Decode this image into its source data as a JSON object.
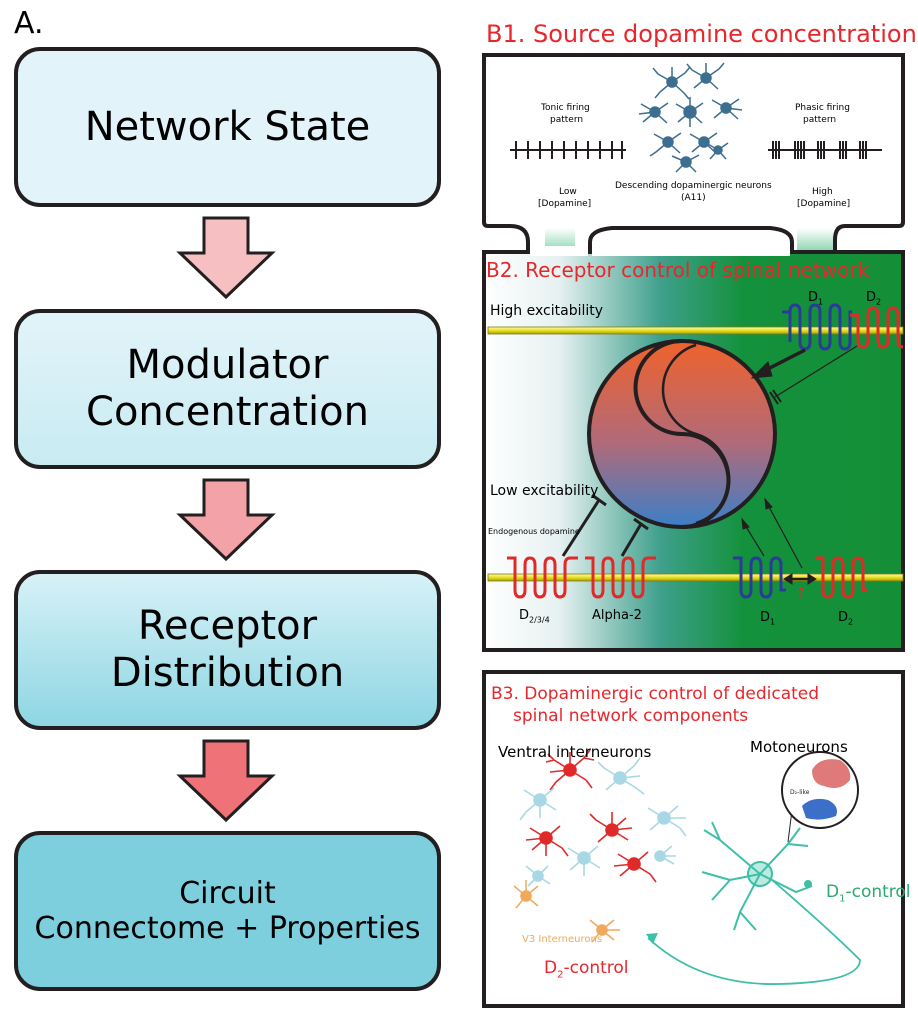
{
  "panel_a": {
    "label": "A.",
    "boxes": [
      {
        "line1": "Network State",
        "line2": ""
      },
      {
        "line1": "Modulator",
        "line2": "Concentration"
      },
      {
        "line1": "Receptor",
        "line2": "Distribution"
      },
      {
        "line1": "Circuit",
        "line2": "Connectome + Properties"
      }
    ]
  },
  "b1": {
    "title": "B1. Source dopamine concentration",
    "tonic_label_1": "Tonic firing",
    "tonic_label_2": "pattern",
    "phasic_label_1": "Phasic firing",
    "phasic_label_2": "pattern",
    "low_1": "Low",
    "low_2": "[Dopamine]",
    "high_1": "High",
    "high_2": "[Dopamine]",
    "neurons_1": "Descending dopaminergic neurons",
    "neurons_2": "(A11)"
  },
  "b2": {
    "title": "B2. Receptor control of spinal network",
    "high_exc": "High excitability",
    "low_exc": "Low excitability",
    "endogenous": "Endogenous dopamine",
    "d1_top": "D",
    "d1_top_sub": "1",
    "d2_top": "D",
    "d2_top_sub": "2",
    "d234": "D",
    "d234_sub": "2/3/4",
    "alpha2": "Alpha-2",
    "d1_bot": "D",
    "d1_bot_sub": "1",
    "d2_bot": "D",
    "d2_bot_sub": "2",
    "question": "?"
  },
  "b3": {
    "title_1": "B3. Dopaminergic control of dedicated",
    "title_2": "spinal network components",
    "ventral": "Ventral interneurons",
    "motoneurons": "Motoneurons",
    "v3": "V3 Interneurons",
    "d2_control": "D",
    "d2_control_sub": "2",
    "d2_control_suffix": "-control",
    "d1_control": "D",
    "d1_control_sub": "1",
    "d1_control_suffix": "-control",
    "inset_label": "D₂-like"
  },
  "colors": {
    "box_top": "#e2f4f9",
    "box_bottom": "#7dcfde",
    "arrow_light": "#f6c0c3",
    "arrow_dark": "#ee7277",
    "b2_green": "#1a8f3a",
    "title_red": "#e8262b",
    "membrane": "#f2eb2a",
    "d1_blue": "#2b3b9a",
    "d2_red": "#e02a2a",
    "motoneuron": "#3dbfa8",
    "v3_orange": "#f0a95b"
  }
}
